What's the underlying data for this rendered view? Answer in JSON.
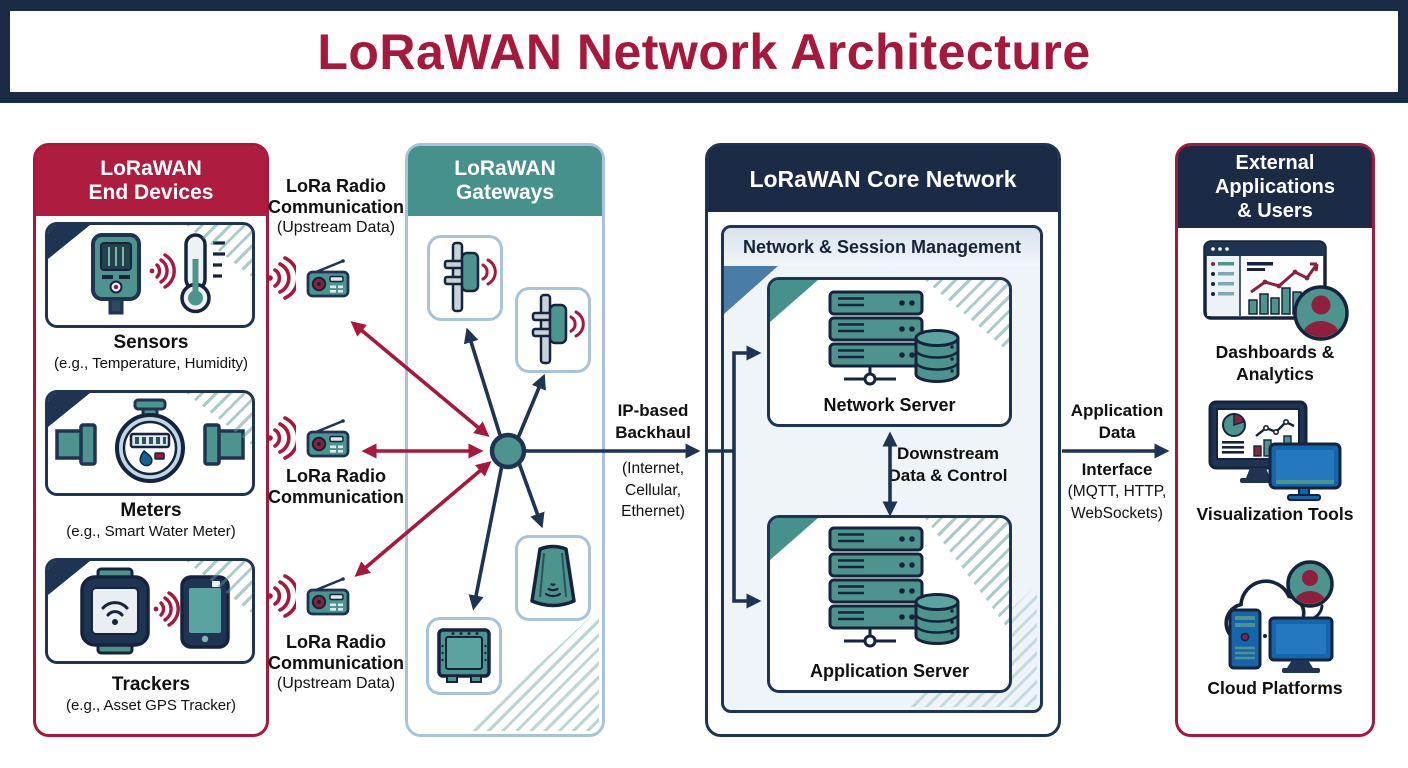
{
  "title": "LoRaWAN Network Architecture",
  "colors": {
    "navy": "#1B2A45",
    "crimson": "#A8173C",
    "teal_header": "#47918D",
    "teal_fill": "#4E948E",
    "light_blue_border": "#A9C3DB",
    "steel_blue": "#4A7CA8",
    "panel_bg": "#EFF4F8",
    "bright_blue": "#1565AC"
  },
  "end_devices": {
    "header_line1": "LoRaWAN",
    "header_line2": "End Devices",
    "items": [
      {
        "name": "Sensors",
        "example": "(e.g., Temperature, Humidity)",
        "icon": "sensor-and-thermometer"
      },
      {
        "name": "Meters",
        "example": "(e.g., Smart Water Meter)",
        "icon": "water-meter"
      },
      {
        "name": "Trackers",
        "example": "(e.g., Asset GPS Tracker)",
        "icon": "smartwatch-and-gps-phone"
      }
    ]
  },
  "lora_links": [
    {
      "title": "LoRa Radio Communication",
      "subtitle": "(Upstream Data)",
      "icon": "radio-with-waves"
    },
    {
      "title": "LoRa Radio Communication",
      "subtitle": "",
      "icon": "radio-with-waves"
    },
    {
      "title": "LoRa Radio Communication",
      "subtitle": "(Upstream Data)",
      "icon": "radio-with-waves"
    }
  ],
  "gateways": {
    "header_line1": "LoRaWAN",
    "header_line2": "Gateways",
    "icons": [
      "antenna-mast-gateway",
      "antenna-mast-gateway",
      "indoor-gateway",
      "outdoor-gateway-box"
    ],
    "hub_icon": "gateway-hub-node"
  },
  "backhaul": {
    "title": "IP-based Backhaul",
    "subtitle": "(Internet, Cellular, Ethernet)"
  },
  "core_network": {
    "header": "LoRaWAN Core Network",
    "panel_title": "Network & Session Management",
    "network_server_label": "Network Server",
    "downstream_label": "Downstream Data & Control",
    "application_server_label": "Application Server"
  },
  "app_data": {
    "title": "Application Data",
    "interface_label": "Interface",
    "subtitle": "(MQTT, HTTP, WebSockets)"
  },
  "external_apps": {
    "header_line1": "External",
    "header_line2": "Applications",
    "header_line3": "& Users",
    "items": [
      {
        "name": "Dashboards & Analytics",
        "icon": "dashboard-chart-user"
      },
      {
        "name": "Visualization Tools",
        "icon": "monitors-with-charts"
      },
      {
        "name": "Cloud Platforms",
        "icon": "cloud-server-monitor"
      }
    ]
  }
}
